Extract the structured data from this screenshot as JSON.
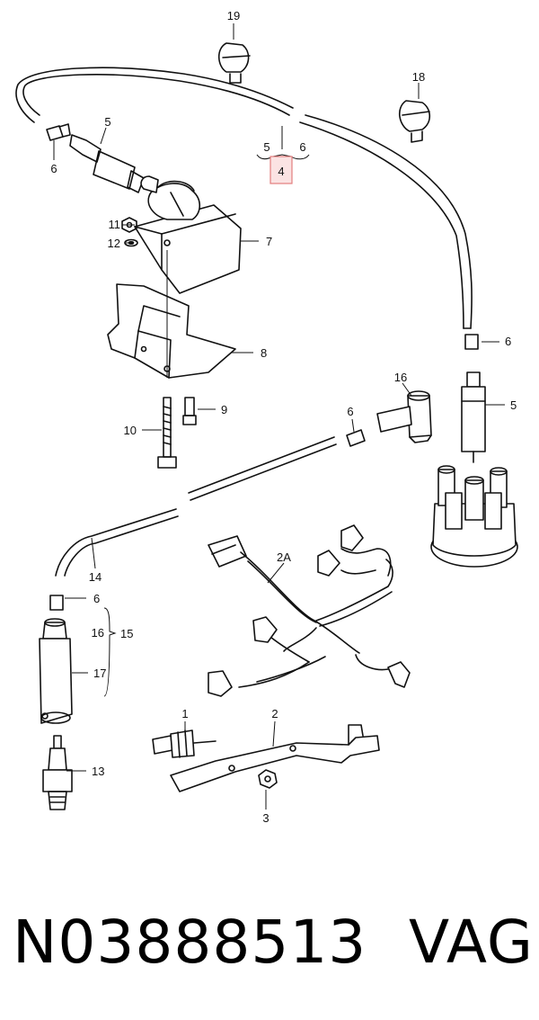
{
  "diagram": {
    "callouts": {
      "c19": "19",
      "c18": "18",
      "c5a": "5",
      "c6a": "6",
      "c5b": "5",
      "c6b": "6",
      "c4": "4",
      "c11": "11",
      "c12": "12",
      "c7": "7",
      "c8": "8",
      "c9": "9",
      "c10": "10",
      "c6c": "6",
      "c5c": "5",
      "c16a": "16",
      "c6d": "6",
      "c14": "14",
      "c6e": "6",
      "c16b": "16",
      "c15": "15",
      "c17": "17",
      "c2A": "2A",
      "c13": "13",
      "c1": "1",
      "c2": "2",
      "c3": "3"
    },
    "highlighted_part": "4",
    "highlight_color": "#e27d7d"
  },
  "caption": {
    "part_number": "N03888513",
    "brand": "VAG"
  }
}
